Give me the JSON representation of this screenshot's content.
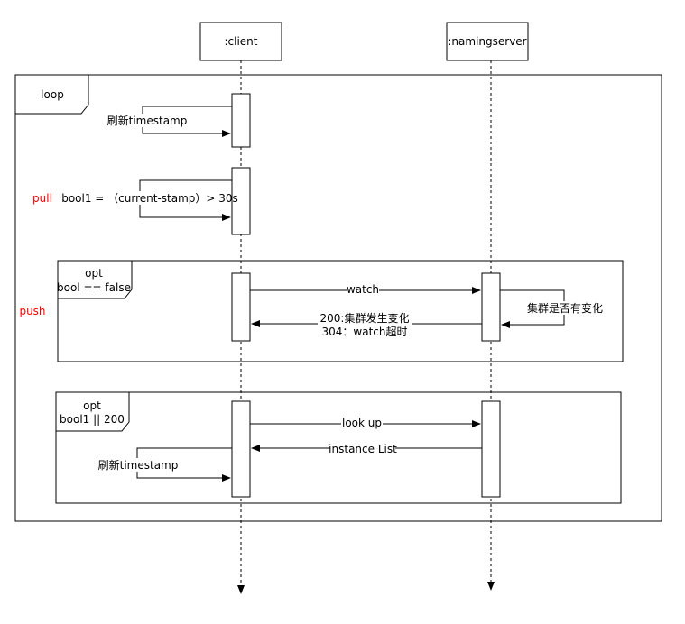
{
  "participants": {
    "client": ":client",
    "server": ":namingserver"
  },
  "frames": {
    "loop": "loop",
    "opt1_title": "opt",
    "opt1_guard": "bool == false",
    "opt2_title": "opt",
    "opt2_guard": "bool1 || 200"
  },
  "side_labels": {
    "pull": "pull",
    "push": "push"
  },
  "messages": {
    "refresh_timestamp_1": "刷新timestamp",
    "bool1_condition": "bool1 = （current-stamp）> 30s",
    "watch": "watch",
    "cluster_changed": "集群是否有变化",
    "reply_200": "200:集群发生变化",
    "reply_304": "304：watch超时",
    "look_up": "look up",
    "instance_list": "instance List",
    "refresh_timestamp_2": "刷新timestamp"
  },
  "colors": {
    "line": "#000000",
    "side_label": "#ff0000",
    "background": "#ffffff"
  }
}
